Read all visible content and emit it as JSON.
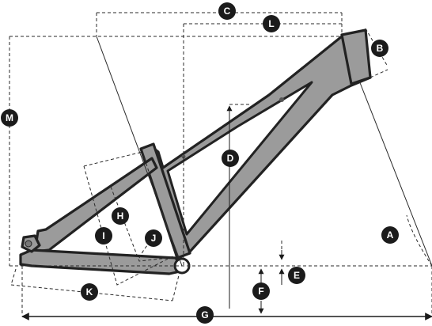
{
  "markers": {
    "a": "A",
    "b": "B",
    "c": "C",
    "d": "D",
    "e": "E",
    "f": "F",
    "g": "G",
    "h": "H",
    "i": "I",
    "j": "J",
    "k": "K",
    "l": "L",
    "m": "M"
  },
  "colors": {
    "frame_fill": "#9b9b9b",
    "frame_outline": "#222222",
    "marker_fill": "#1b1b1b",
    "marker_text": "#ffffff",
    "line": "#2a2a2a"
  }
}
